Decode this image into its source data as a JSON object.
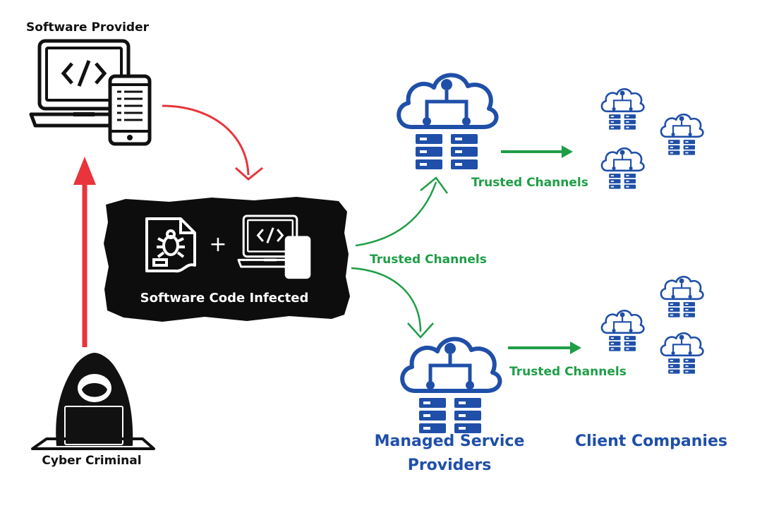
{
  "labels": {
    "software_provider": "Software Provider",
    "cyber_criminal": "Cyber Criminal",
    "infected": "Software Code Infected",
    "trusted_channels": "Trusted Channels",
    "msp_line1": "Managed Service",
    "msp_line2": "Providers",
    "clients": "Client Companies",
    "plus": "+"
  },
  "colors": {
    "attack": "#e8343a",
    "trusted": "#1e9e46",
    "network": "#1f4fa8",
    "ink": "#111111",
    "blob": "#0d0d0d"
  },
  "icons": {
    "provider": "laptop-phone-code-icon",
    "criminal": "hooded-hacker-icon",
    "malware": "bug-document-icon",
    "cloud_server": "cloud-server-icon"
  }
}
